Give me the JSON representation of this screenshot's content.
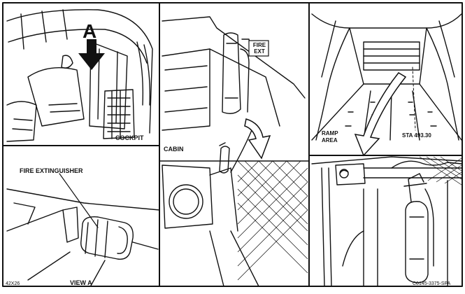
{
  "figure": {
    "panels": {
      "cockpit": {
        "label": "COCKPIT",
        "view_marker": "A"
      },
      "view_a": {
        "callout": "FIRE EXTINGUISHER",
        "label": "VIEW A",
        "figure_no": "42X26"
      },
      "cabin": {
        "label": "CABIN",
        "placard": "FIRE EXT"
      },
      "ramp": {
        "area_label_line1": "RAMP",
        "area_label_line2": "AREA",
        "station_label": "STA 493.30",
        "drawing_no": "C0145-3375-SPA"
      }
    }
  }
}
